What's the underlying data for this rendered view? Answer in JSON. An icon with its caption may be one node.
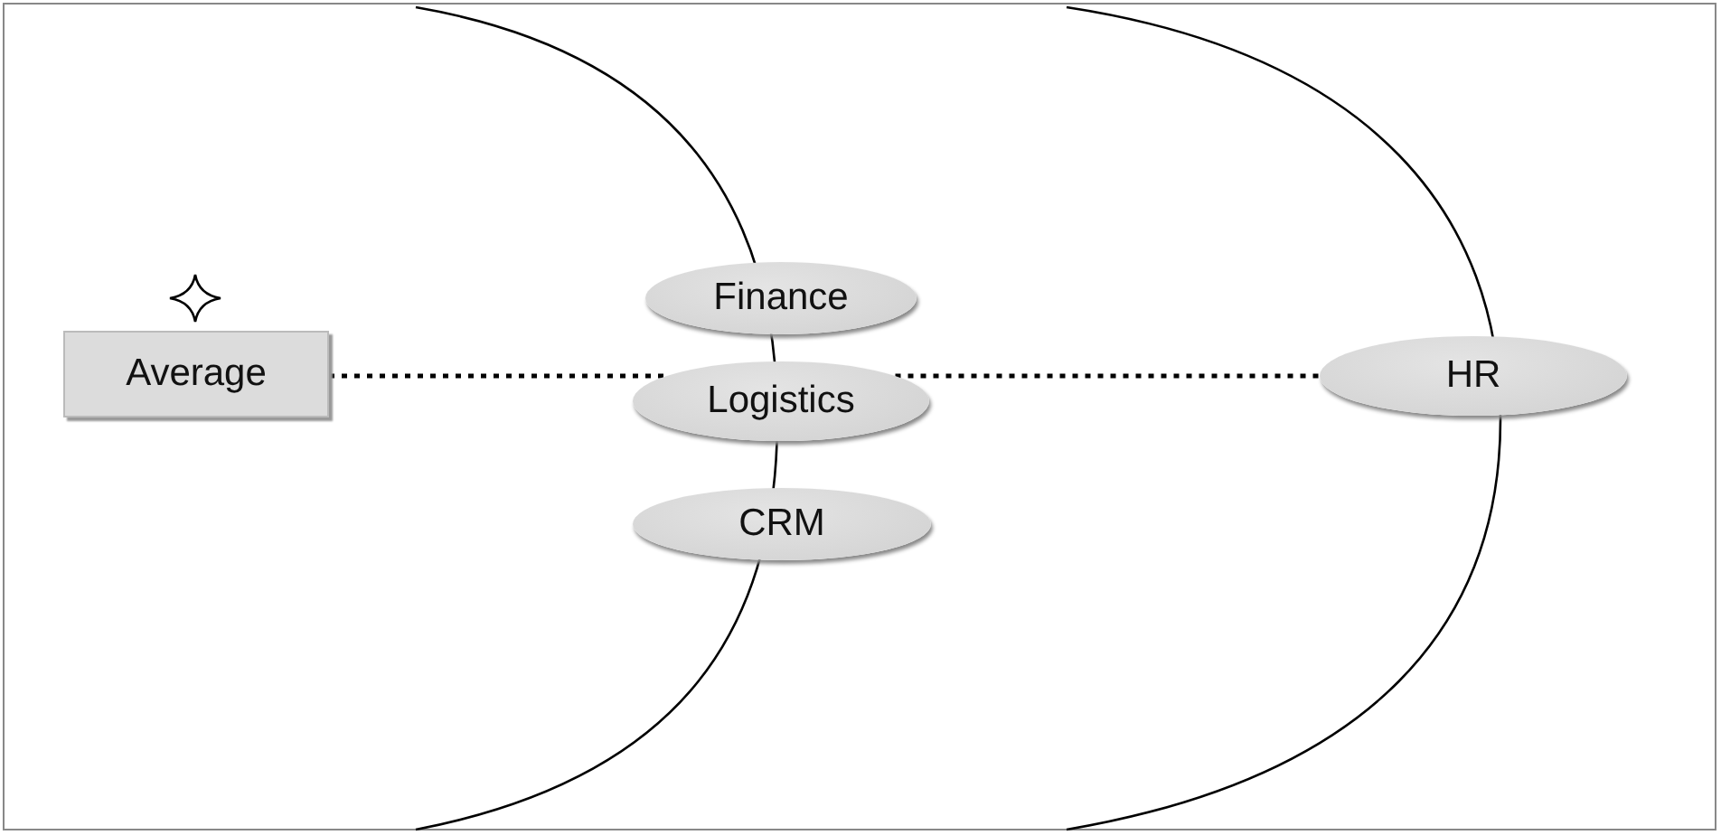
{
  "diagram": {
    "nodes": [
      {
        "text": [
          "Average"
        ]
      },
      {
        "text": [
          "Finance"
        ]
      },
      {
        "text": [
          "Logistics"
        ]
      },
      {
        "text": [
          "CRM"
        ]
      },
      {
        "text": [
          "HR"
        ]
      }
    ],
    "edges": [
      {
        "from": 0,
        "to": 2,
        "arrow": "none",
        "style": "dashed"
      },
      {
        "from": 2,
        "to": 4,
        "arrow": "none",
        "style": "dashed"
      }
    ]
  }
}
